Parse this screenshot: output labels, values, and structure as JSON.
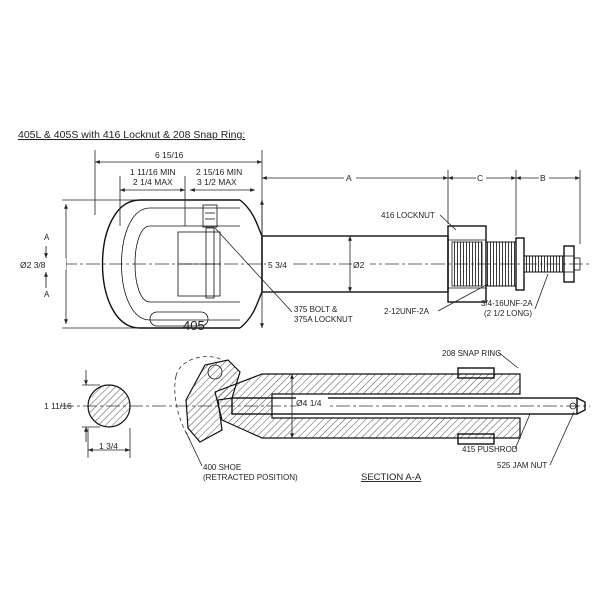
{
  "title": "405L & 405S with 416 Locknut & 208 Snap Ring:",
  "dimensions": {
    "overall": "6 15/16",
    "min1": "1 11/16 MIN",
    "max1": "2 1/4 MAX",
    "min2": "2 15/16 MIN",
    "max2": "3 1/2 MAX",
    "a": "A",
    "c": "C",
    "b": "B",
    "dia_eye": "Ø2 3/8",
    "height": "5 3/4",
    "dia_shank": "Ø2",
    "dia_bore": "Ø4 1/4",
    "sec_height": "1 11/16",
    "sec_width": "1 3/4"
  },
  "labels": {
    "part_number": "405",
    "section_mark_left": "A",
    "section_mark_right": "A",
    "locknut": "416 LOCKNUT",
    "bolt_line1": "375 BOLT &",
    "bolt_line2": "375A LOCKNUT",
    "thread_main": "2-12UNF-2A",
    "thread_rod_line1": "3/4-16UNF-2A",
    "thread_rod_line2": "(2 1/2 LONG)",
    "snap_ring": "208 SNAP RING",
    "pushrod": "415 PUSHROD",
    "jam_nut": "525 JAM NUT",
    "shoe_line1": "400 SHOE",
    "shoe_line2": "(RETRACTED POSITION)",
    "section": "SECTION A-A"
  }
}
